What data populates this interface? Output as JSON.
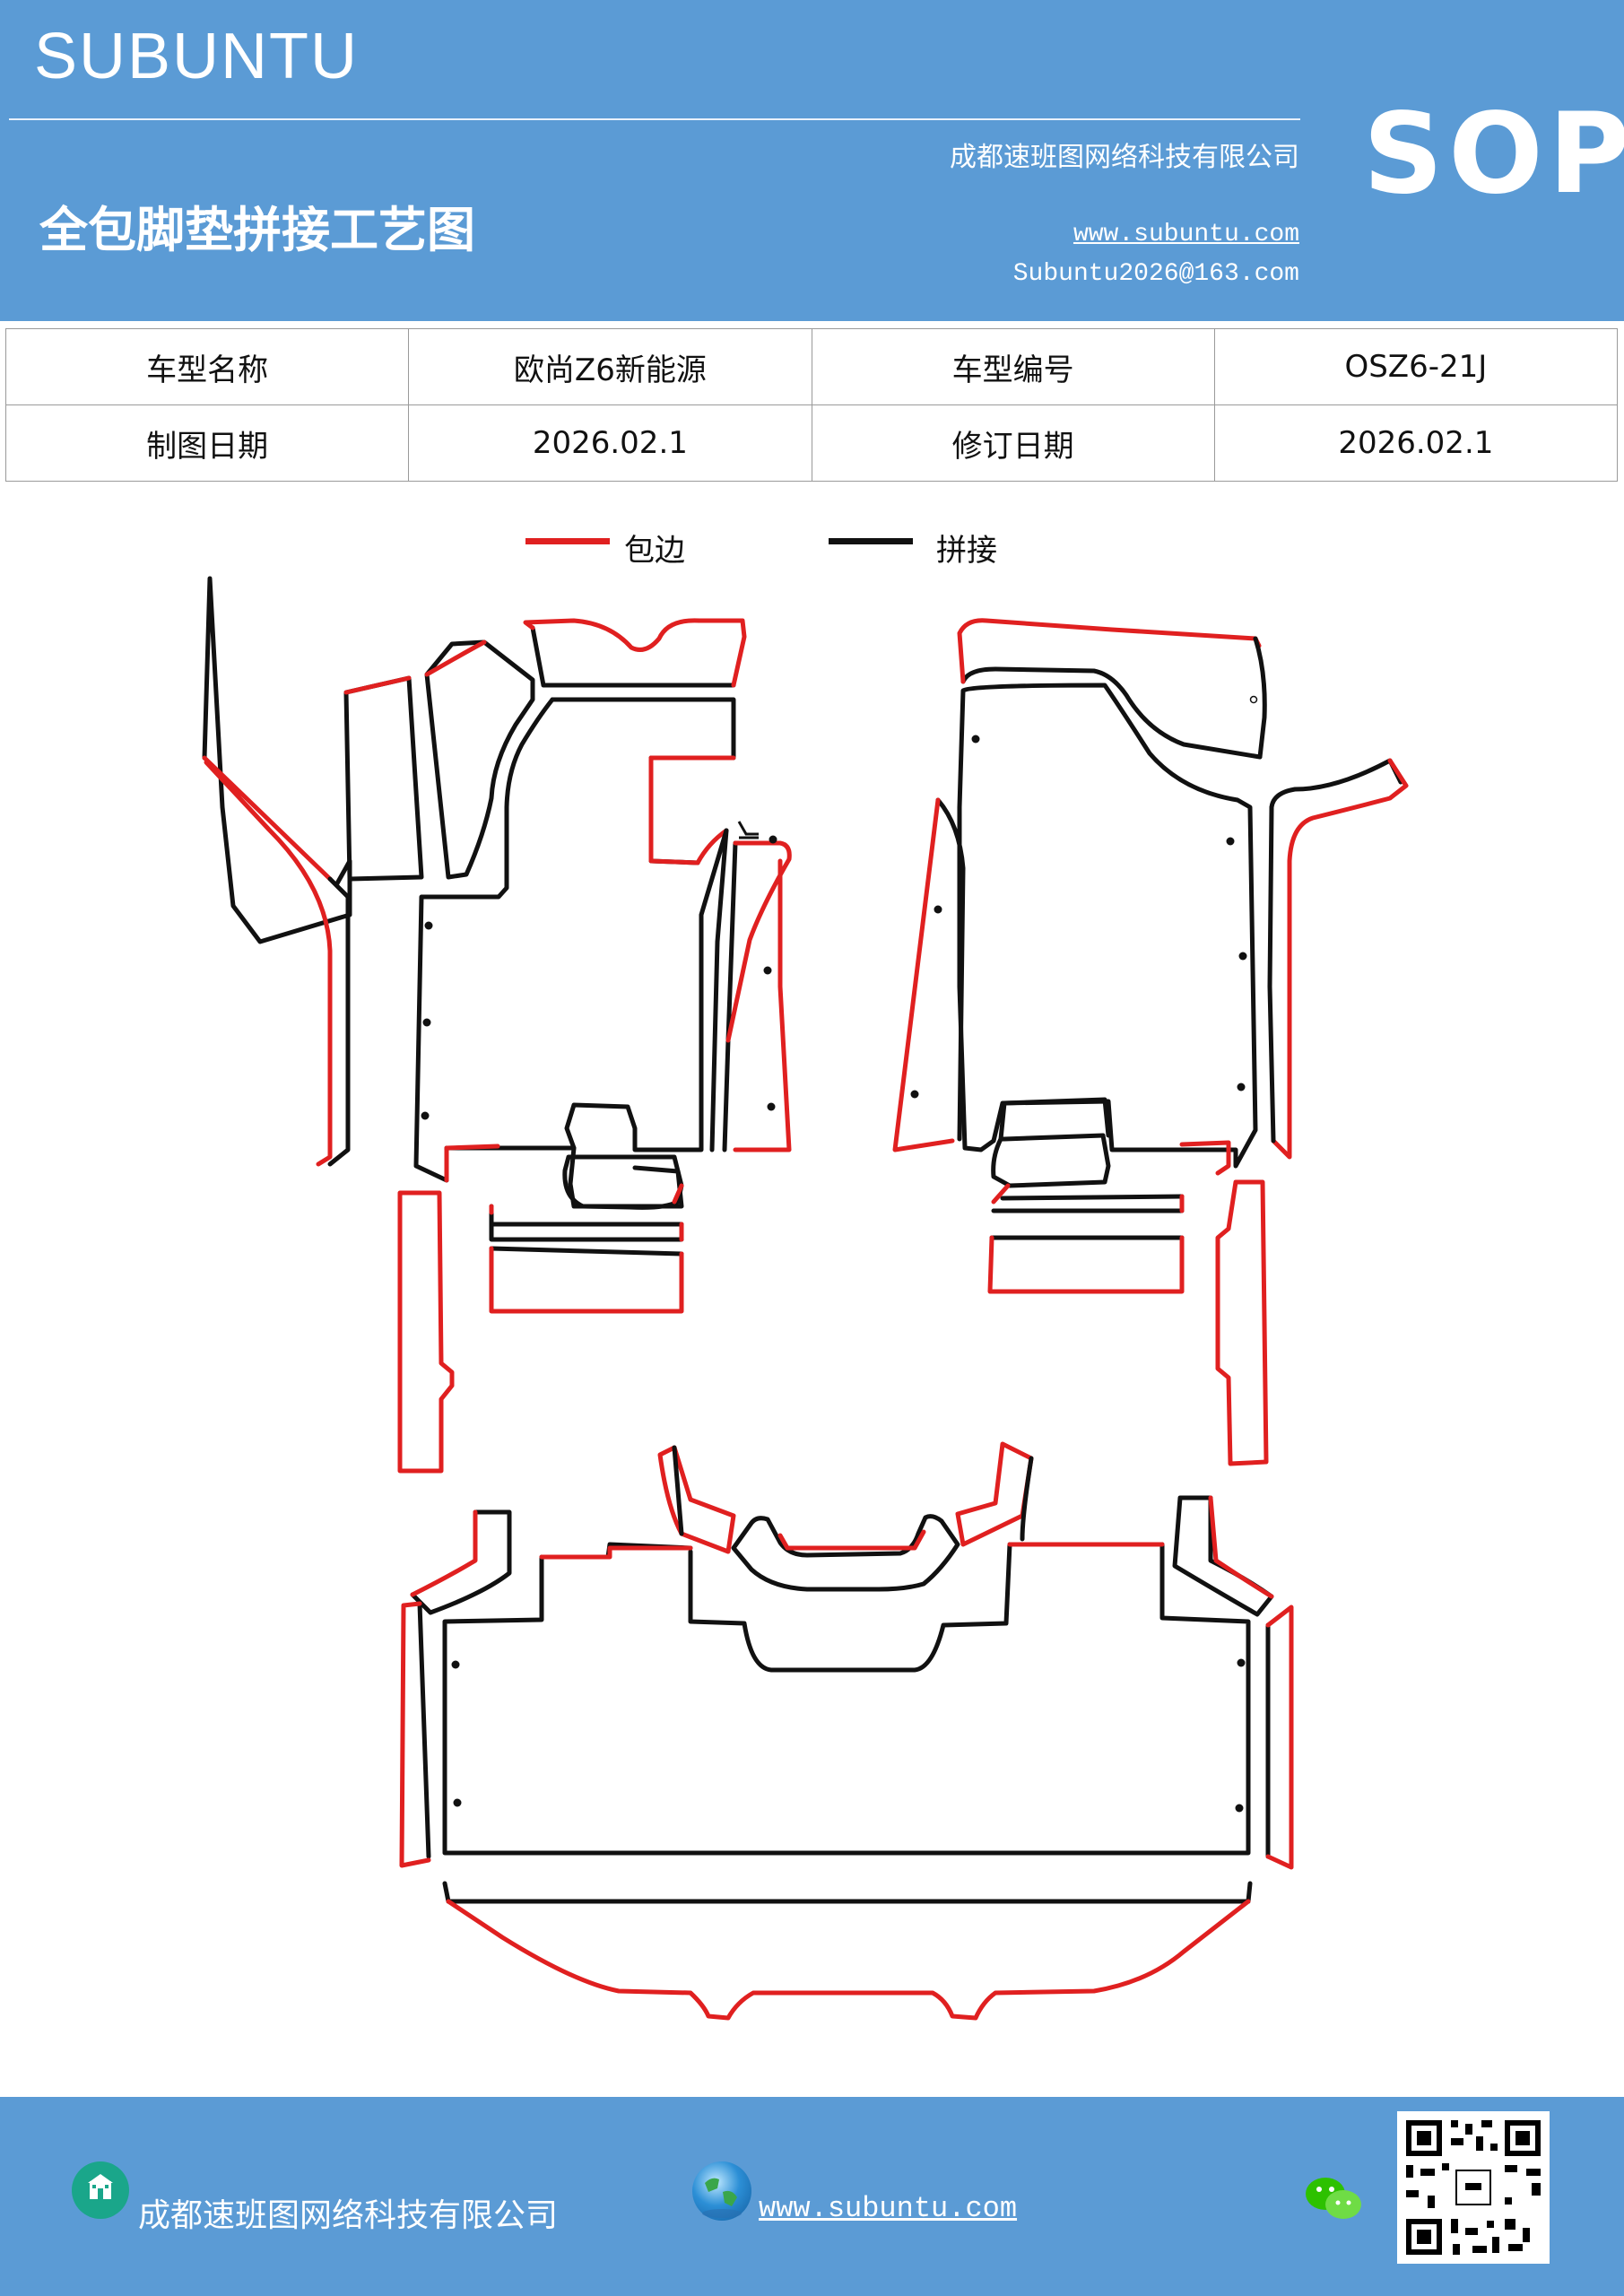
{
  "header": {
    "brand": "SUBUNTU",
    "company": "成都速班图网络科技有限公司",
    "title": "全包脚垫拼接工艺图",
    "website": "www.subuntu.com",
    "email": "Subuntu2026@163.com",
    "badge": "SOP"
  },
  "info_table": {
    "rows": [
      [
        "车型名称",
        "欧尚Z6新能源",
        "车型编号",
        "OSZ6-21J"
      ],
      [
        "制图日期",
        "2026.02.1",
        "修订日期",
        "2026.02.1"
      ]
    ]
  },
  "legend": {
    "items": [
      {
        "label": "包边",
        "color": "#e02020"
      },
      {
        "label": "拼接",
        "color": "#111111"
      }
    ]
  },
  "footer": {
    "company": "成都速班图网络科技有限公司",
    "website": "www.subuntu.com",
    "icons": [
      "building-icon",
      "globe-icon",
      "wechat-icon",
      "qr-code"
    ]
  },
  "colors": {
    "header_bg": "#5b9bd5",
    "edge_binding": "#e02020",
    "seam": "#111111"
  }
}
